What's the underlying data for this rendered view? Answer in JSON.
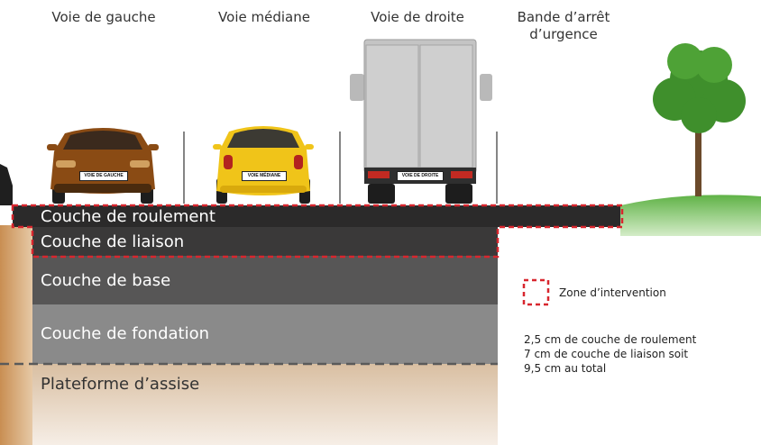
{
  "lanes": {
    "left": "Voie de gauche",
    "middle": "Voie médiane",
    "right": "Voie de droite",
    "shoulder_line1": "Bande d’arrêt",
    "shoulder_line2": "d’urgence"
  },
  "vehicles": {
    "left_plate": "VOIE DE GAUCHE",
    "middle_plate": "VOIE MÉDIANE",
    "right_plate": "VOIE DE DROITE"
  },
  "layers": {
    "roulement": "Couche de roulement",
    "liaison": "Couche de liaison",
    "base": "Couche de base",
    "fondation": "Couche de fondation",
    "assise": "Plateforme d’assise"
  },
  "legend": {
    "zone": "Zone d’intervention",
    "note_line1": "2,5 cm de couche de roulement",
    "note_line2": "7 cm de couche de liaison soit",
    "note_line3": "9,5 cm au total"
  },
  "colors": {
    "intervention_dash": "#d8262e",
    "roulement": "#2b2a2a",
    "liaison": "#3a3939",
    "base": "#565555",
    "fondation": "#878787",
    "assise": "#dcc4a8",
    "grass": "#7cc25a"
  }
}
